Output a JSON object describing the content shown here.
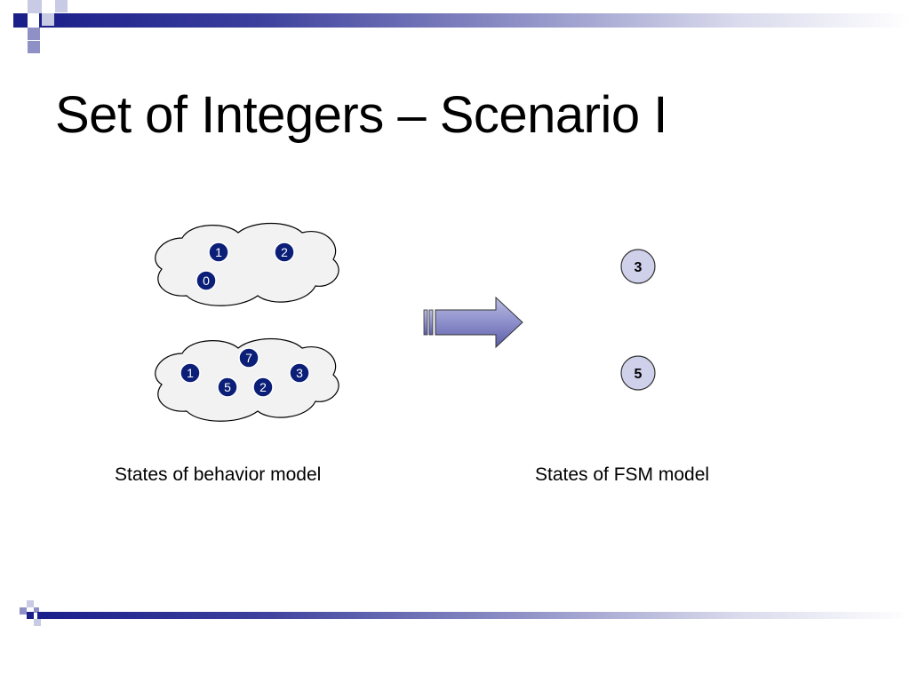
{
  "slide": {
    "title": "Set of Integers – Scenario I",
    "caption_left": "States of behavior model",
    "caption_right": "States of FSM model"
  },
  "colors": {
    "accent_dark": "#1b1f8a",
    "accent_mid": "#8e90c6",
    "node_fill": "#0c1f78",
    "fsm_fill": "#cfd0ea",
    "arrow_fill": "#8d8fcc"
  },
  "behavior_model": {
    "cloud_1": {
      "nodes": [
        "1",
        "2",
        "0"
      ]
    },
    "cloud_2": {
      "nodes": [
        "7",
        "1",
        "3",
        "5",
        "2"
      ]
    }
  },
  "fsm_model": {
    "states": [
      "3",
      "5"
    ]
  }
}
